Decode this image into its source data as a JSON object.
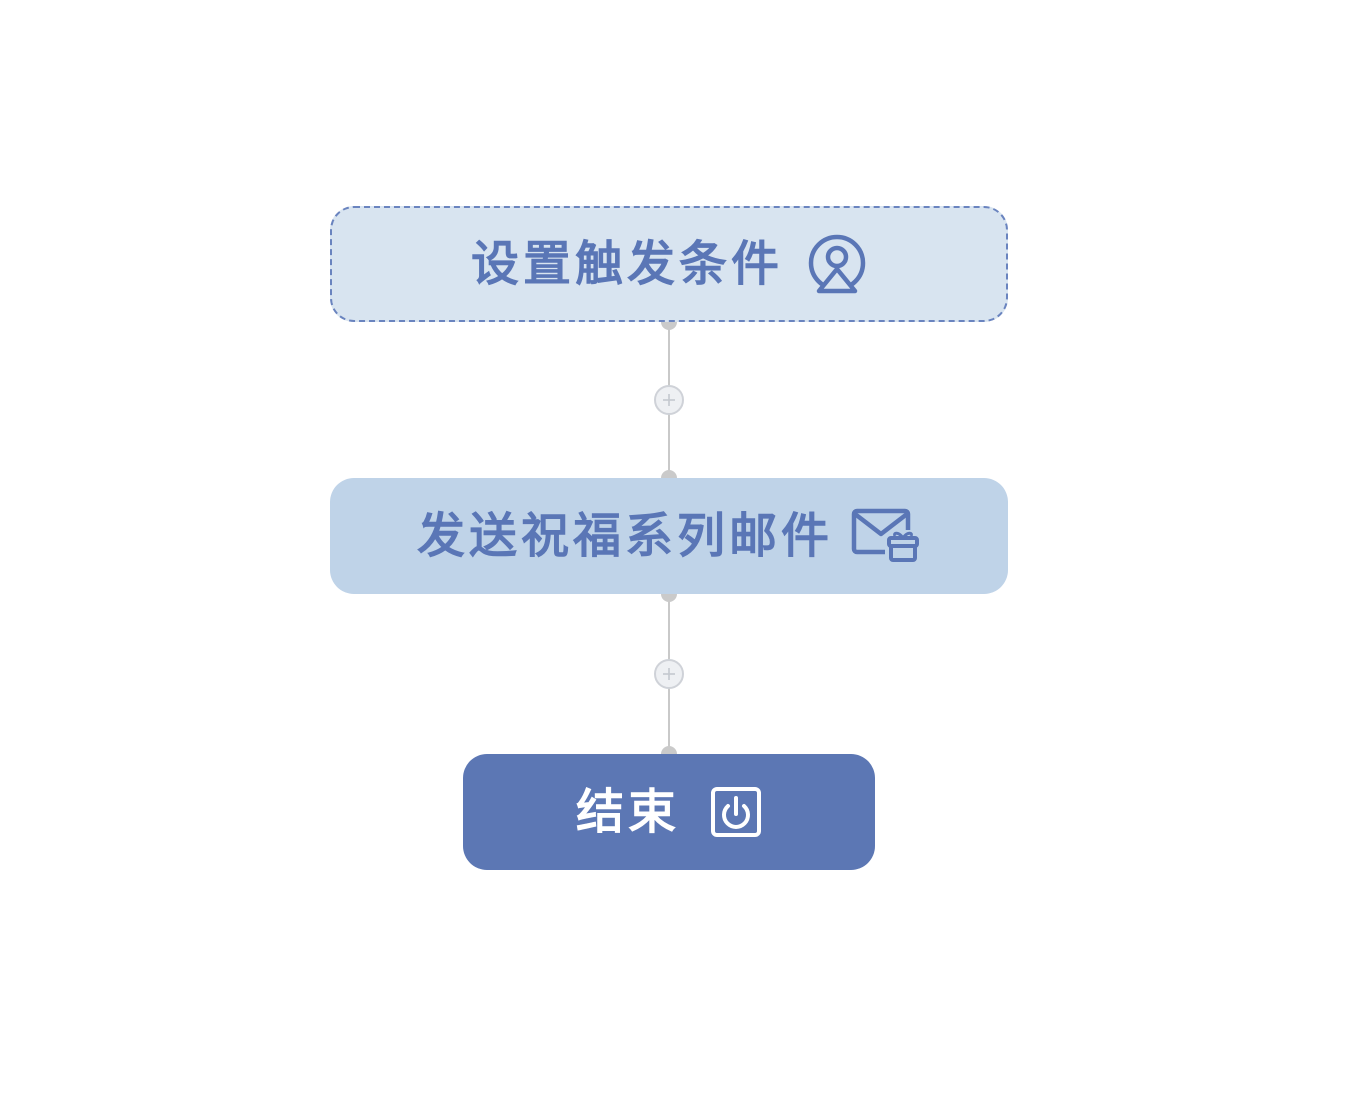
{
  "flow": {
    "nodes": [
      {
        "label": "设置触发条件",
        "icon": "trigger-location-icon"
      },
      {
        "label": "发送祝福系列邮件",
        "icon": "mail-gift-icon"
      },
      {
        "label": "结束",
        "icon": "power-icon"
      }
    ],
    "add_step_icon": "plus-icon"
  },
  "colors": {
    "trigger_bg": "#d8e4f0",
    "trigger_border": "#6a84bf",
    "send_bg": "#bfd3e8",
    "end_bg": "#5c77b4",
    "label_blue": "#5a76b6",
    "connector": "#c9c9c9"
  }
}
